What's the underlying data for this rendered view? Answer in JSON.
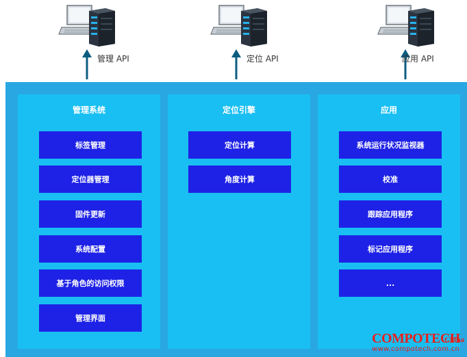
{
  "clients": [
    {
      "api_label": "管理 API"
    },
    {
      "api_label": "定位 API"
    },
    {
      "api_label": "应用 API"
    }
  ],
  "columns": [
    {
      "title": "管理系统",
      "items": [
        "标签管理",
        "定位器管理",
        "固件更新",
        "系统配置",
        "基于角色的访问权限",
        "管理界面"
      ]
    },
    {
      "title": "定位引擎",
      "items": [
        "定位计算",
        "角度计算"
      ]
    },
    {
      "title": "应用",
      "items": [
        "系统运行状况监视器",
        "校准",
        "跟踪应用程序",
        "标记应用程序",
        "..."
      ]
    }
  ],
  "watermark": {
    "brand": "COMPOTECH",
    "suffix": "China",
    "url": "www.compotech.com.cn"
  },
  "colors": {
    "platform": "#29a7e2",
    "column": "#19bff2",
    "box": "#1e22e6",
    "arrow": "#0b5d80",
    "watermark": "#e8201c"
  },
  "icons": [
    "laptop-icon",
    "server-icon"
  ]
}
